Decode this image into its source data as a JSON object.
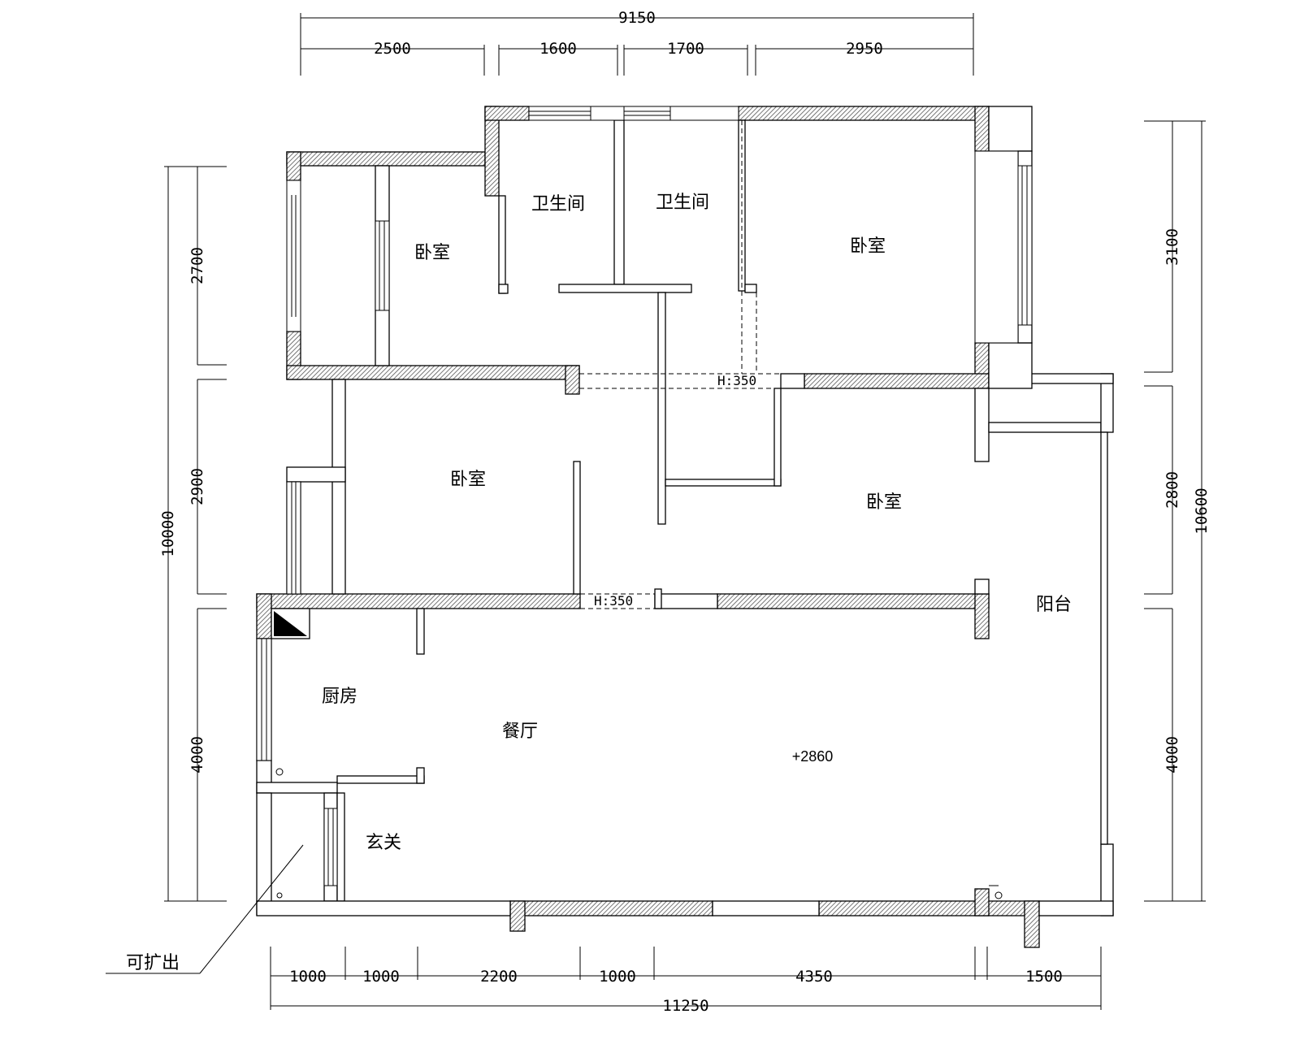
{
  "rooms": {
    "bedroom_top_left": "卧室",
    "bathroom_1": "卫生间",
    "bathroom_2": "卫生间",
    "bedroom_top_right": "卧室",
    "bedroom_middle_left": "卧室",
    "bedroom_middle_right": "卧室",
    "balcony": "阳台",
    "kitchen": "厨房",
    "dining": "餐厅",
    "entrance": "玄关"
  },
  "annotations": {
    "h350_upper": "H:350",
    "h350_lower": "H:350",
    "elevation": "+2860",
    "expandable": "可扩出"
  },
  "dimensions": {
    "top_total": "9150",
    "top_segments": [
      "2500",
      "1600",
      "1700",
      "2950"
    ],
    "bottom_segments": [
      "1000",
      "1000",
      "2200",
      "1000",
      "4350",
      "1500"
    ],
    "bottom_total": "11250",
    "left_segments": [
      "2700",
      "2900",
      "4000"
    ],
    "left_total": "10000",
    "right_segments": [
      "3100",
      "2800",
      "4000"
    ],
    "right_total": "10600"
  }
}
